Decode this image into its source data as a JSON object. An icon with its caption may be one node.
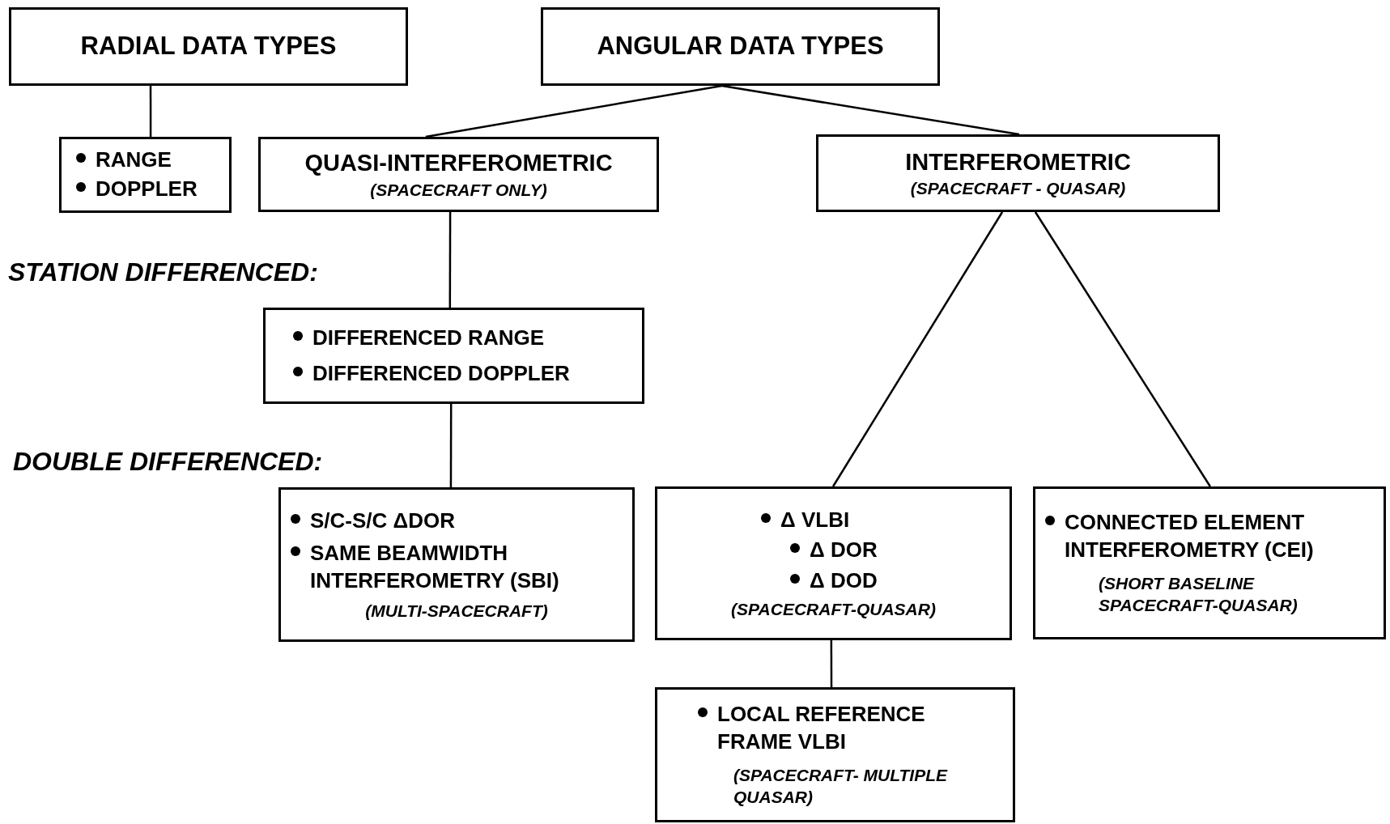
{
  "diagram": {
    "nodes": [
      {
        "text": [
          "RADIAL DATA TYPES"
        ]
      },
      {
        "text": [
          "ANGULAR DATA TYPES"
        ]
      },
      {
        "text": [
          "RANGE",
          "DOPPLER"
        ]
      },
      {
        "text": [
          "QUASI-INTERFEROMETRIC",
          "(SPACECRAFT ONLY)"
        ]
      },
      {
        "text": [
          "INTERFEROMETRIC",
          "(SPACECRAFT - QUASAR)"
        ]
      },
      {
        "text": [
          "DIFFERENCED RANGE",
          "DIFFERENCED DOPPLER"
        ]
      },
      {
        "text": [
          "S/C-S/C ΔDOR",
          "SAME BEAMWIDTH INTERFEROMETRY (SBI)",
          "(MULTI-SPACECRAFT)"
        ]
      },
      {
        "text": [
          "Δ VLBI",
          "Δ DOR",
          "Δ DOD",
          "(SPACECRAFT-QUASAR)"
        ]
      },
      {
        "text": [
          "CONNECTED ELEMENT INTERFEROMETRY (CEI)",
          "(SHORT BASELINE SPACECRAFT-QUASAR)"
        ]
      },
      {
        "text": [
          "LOCAL REFERENCE FRAME VLBI",
          "(SPACECRAFT- MULTIPLE QUASAR)"
        ]
      }
    ],
    "edges": [
      {
        "from": 0,
        "to": 2,
        "arrow": "none"
      },
      {
        "from": 1,
        "to": 3,
        "arrow": "none"
      },
      {
        "from": 1,
        "to": 4,
        "arrow": "none"
      },
      {
        "from": 3,
        "to": 5,
        "arrow": "none"
      },
      {
        "from": 5,
        "to": 6,
        "arrow": "none"
      },
      {
        "from": 4,
        "to": 7,
        "arrow": "none"
      },
      {
        "from": 4,
        "to": 8,
        "arrow": "none"
      },
      {
        "from": 7,
        "to": 9,
        "arrow": "none"
      }
    ],
    "labels": [
      "STATION DIFFERENCED:",
      "DOUBLE DIFFERENCED:"
    ]
  }
}
